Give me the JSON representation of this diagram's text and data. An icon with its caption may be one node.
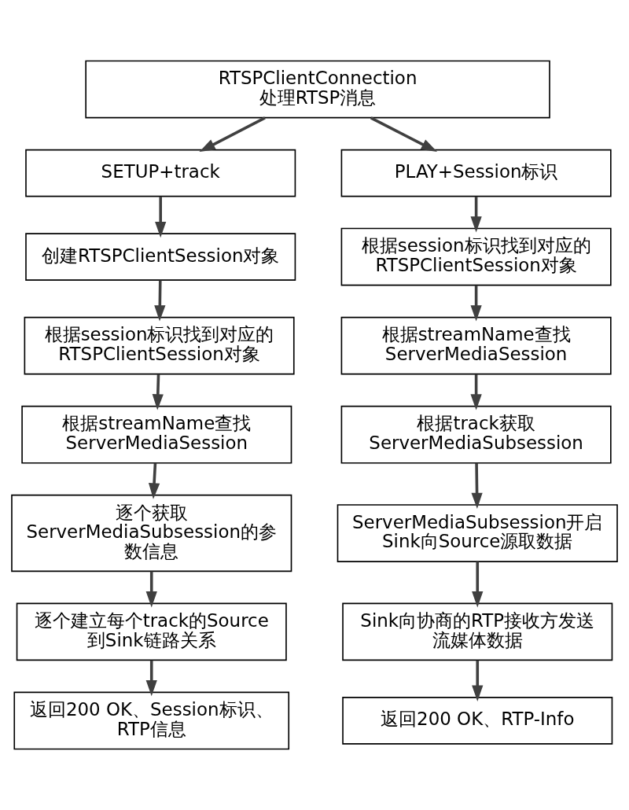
{
  "diagram": {
    "nodes": [
      {
        "text": [
          "RTSPClientConnection",
          "处理RTSP消息"
        ]
      },
      {
        "text": [
          "SETUP+track"
        ]
      },
      {
        "text": [
          "创建RTSPClientSession对象"
        ]
      },
      {
        "text": [
          "根据session标识找到对应的RTSPClientSession对象"
        ]
      },
      {
        "text": [
          "根据streamName查找ServerMediaSession"
        ]
      },
      {
        "text": [
          "逐个获取ServerMediaSubsession的参数信息"
        ]
      },
      {
        "text": [
          "逐个建立每个track的Source到Sink链路关系"
        ]
      },
      {
        "text": [
          "返回200 OK、Session标识、RTP信息"
        ]
      },
      {
        "text": [
          "PLAY+Session标识"
        ]
      },
      {
        "text": [
          "根据session标识找到对应的RTSPClientSession对象"
        ]
      },
      {
        "text": [
          "根据streamName查找ServerMediaSession"
        ]
      },
      {
        "text": [
          "根据track获取ServerMediaSubsession"
        ]
      },
      {
        "text": [
          "ServerMediaSubsession开启Sink向Source源取数据"
        ]
      },
      {
        "text": [
          "Sink向协商的RTP接收方发送流媒体数据"
        ]
      },
      {
        "text": [
          "返回200 OK、RTP-Info"
        ]
      }
    ],
    "edges": [
      {
        "from": 0,
        "to": 1,
        "arrow": "to"
      },
      {
        "from": 0,
        "to": 8,
        "arrow": "to"
      },
      {
        "from": 1,
        "to": 2,
        "arrow": "to"
      },
      {
        "from": 2,
        "to": 3,
        "arrow": "to"
      },
      {
        "from": 3,
        "to": 4,
        "arrow": "to"
      },
      {
        "from": 4,
        "to": 5,
        "arrow": "to"
      },
      {
        "from": 5,
        "to": 6,
        "arrow": "to"
      },
      {
        "from": 6,
        "to": 7,
        "arrow": "to"
      },
      {
        "from": 8,
        "to": 9,
        "arrow": "to"
      },
      {
        "from": 9,
        "to": 10,
        "arrow": "to"
      },
      {
        "from": 10,
        "to": 11,
        "arrow": "to"
      },
      {
        "from": 11,
        "to": 12,
        "arrow": "to"
      },
      {
        "from": 12,
        "to": 13,
        "arrow": "to"
      },
      {
        "from": 13,
        "to": 14,
        "arrow": "to"
      }
    ]
  }
}
